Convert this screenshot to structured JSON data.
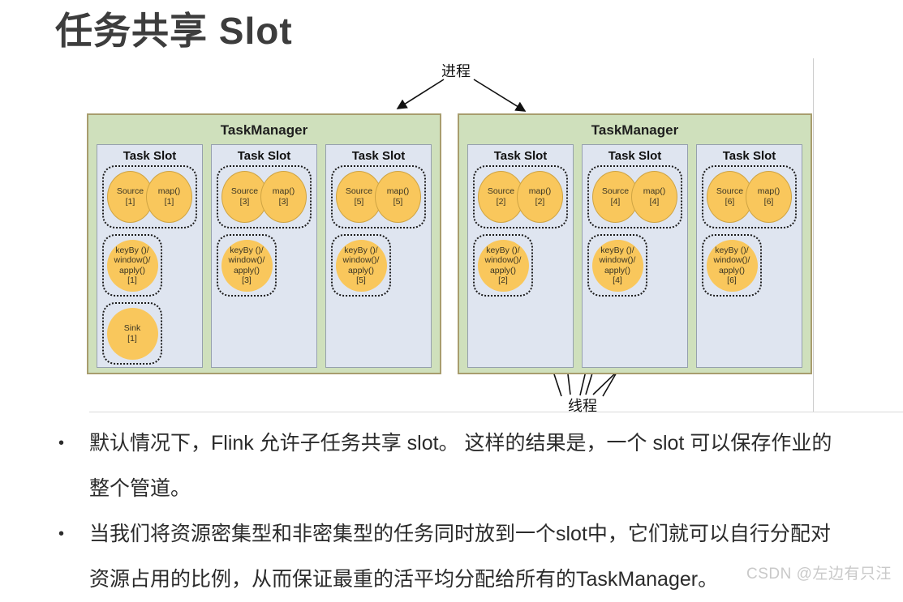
{
  "page": {
    "title": "任务共享 Slot",
    "watermark": "CSDN @左边有只汪"
  },
  "diagram": {
    "process_label": "进程",
    "thread_label": "线程",
    "task_managers": [
      {
        "label": "TaskManager",
        "slots": [
          {
            "label": "Task Slot",
            "pair": {
              "left_name": "Source",
              "left_index": "[1]",
              "right_name": "map()",
              "right_index": "[1]"
            },
            "singles": [
              {
                "name": "keyBy ()/\nwindow()/\napply()",
                "index": "[1]"
              },
              {
                "name": "Sink",
                "index": "[1]"
              }
            ]
          },
          {
            "label": "Task Slot",
            "pair": {
              "left_name": "Source",
              "left_index": "[3]",
              "right_name": "map()",
              "right_index": "[3]"
            },
            "singles": [
              {
                "name": "keyBy ()/\nwindow()/\napply()",
                "index": "[3]"
              }
            ]
          },
          {
            "label": "Task Slot",
            "pair": {
              "left_name": "Source",
              "left_index": "[5]",
              "right_name": "map()",
              "right_index": "[5]"
            },
            "singles": [
              {
                "name": "keyBy ()/\nwindow()/\napply()",
                "index": "[5]"
              }
            ]
          }
        ]
      },
      {
        "label": "TaskManager",
        "slots": [
          {
            "label": "Task Slot",
            "pair": {
              "left_name": "Source",
              "left_index": "[2]",
              "right_name": "map()",
              "right_index": "[2]"
            },
            "singles": [
              {
                "name": "keyBy ()/\nwindow()/\napply()",
                "index": "[2]"
              }
            ]
          },
          {
            "label": "Task Slot",
            "pair": {
              "left_name": "Source",
              "left_index": "[4]",
              "right_name": "map()",
              "right_index": "[4]"
            },
            "singles": [
              {
                "name": "keyBy ()/\nwindow()/\napply()",
                "index": "[4]"
              }
            ]
          },
          {
            "label": "Task Slot",
            "pair": {
              "left_name": "Source",
              "left_index": "[6]",
              "right_name": "map()",
              "right_index": "[6]"
            },
            "singles": [
              {
                "name": "keyBy ()/\nwindow()/\napply()",
                "index": "[6]"
              }
            ]
          }
        ]
      }
    ]
  },
  "bullets": [
    {
      "marker": "•",
      "text": "默认情况下，Flink 允许子任务共享 slot。 这样的结果是，一个 slot 可以保存作业的整个管道。"
    },
    {
      "marker": "•",
      "text": "当我们将资源密集型和非密集型的任务同时放到一个slot中，它们就可以自行分配对资源占用的比例，从而保证最重的活平均分配给所有的TaskManager。"
    }
  ],
  "colors": {
    "tm_fill": "#cfe0bc",
    "tm_border": "#a89d6e",
    "slot_fill": "#dfe5f0",
    "slot_border": "#96a0ae",
    "task_fill": "#f9c75c",
    "task_border": "#cfa443",
    "dashed_border": "#1c1c1c",
    "arrow": "#111111",
    "watermark": "#c9c9c9"
  }
}
